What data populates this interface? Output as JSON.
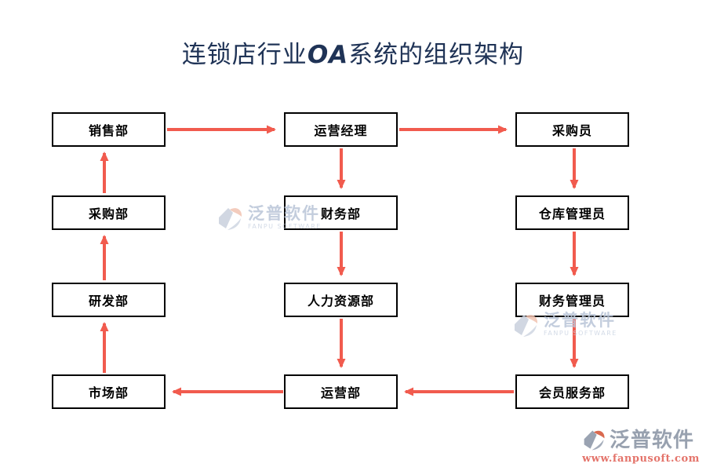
{
  "title": {
    "prefix": "连锁店行业",
    "oa": "OA",
    "suffix": "系统的组织架构"
  },
  "colors": {
    "title_text": "#1f3356",
    "arrow": "#f15b4e",
    "node_border": "#000000",
    "node_background": "#ffffff",
    "node_text": "#000000",
    "watermark_text": "#b9c5d8",
    "watermark_subtext": "#ccd5e3",
    "footer_text": "#98a1af",
    "footer_url": "#e4746b"
  },
  "diagram": {
    "type": "org-flowchart",
    "nodes": [
      {
        "id": "sales-dept",
        "label": "销售部"
      },
      {
        "id": "operations-manager",
        "label": "运营经理"
      },
      {
        "id": "buyer",
        "label": "采购员"
      },
      {
        "id": "purchasing-dept",
        "label": "采购部"
      },
      {
        "id": "finance-dept",
        "label": "财务部"
      },
      {
        "id": "warehouse-manager",
        "label": "仓库管理员"
      },
      {
        "id": "rnd-dept",
        "label": "研发部"
      },
      {
        "id": "hr-dept",
        "label": "人力资源部"
      },
      {
        "id": "finance-manager",
        "label": "财务管理员"
      },
      {
        "id": "marketing-dept",
        "label": "市场部"
      },
      {
        "id": "operations-dept",
        "label": "运营部"
      },
      {
        "id": "member-service-dept",
        "label": "会员服务部"
      }
    ],
    "edges": [
      {
        "from": "销售部",
        "to": "运营经理",
        "direction": "right"
      },
      {
        "from": "运营经理",
        "to": "采购员",
        "direction": "right"
      },
      {
        "from": "运营经理",
        "to": "财务部",
        "direction": "down"
      },
      {
        "from": "财务部",
        "to": "人力资源部",
        "direction": "down"
      },
      {
        "from": "人力资源部",
        "to": "运营部",
        "direction": "down"
      },
      {
        "from": "采购员",
        "to": "仓库管理员",
        "direction": "down"
      },
      {
        "from": "仓库管理员",
        "to": "财务管理员",
        "direction": "down"
      },
      {
        "from": "财务管理员",
        "to": "会员服务部",
        "direction": "down"
      },
      {
        "from": "会员服务部",
        "to": "运营部",
        "direction": "left"
      },
      {
        "from": "运营部",
        "to": "市场部",
        "direction": "left"
      },
      {
        "from": "市场部",
        "to": "研发部",
        "direction": "up"
      },
      {
        "from": "研发部",
        "to": "采购部",
        "direction": "up"
      },
      {
        "from": "采购部",
        "to": "销售部",
        "direction": "up"
      }
    ]
  },
  "watermarks": [
    {
      "text": "泛普软件",
      "subtext": "FANPU SOFTWARE"
    },
    {
      "text": "泛普软件",
      "subtext": "FANPU SOFTWARE"
    }
  ],
  "footer_logo": {
    "text": "泛普软件",
    "url": "www.fanpusoft.com"
  }
}
